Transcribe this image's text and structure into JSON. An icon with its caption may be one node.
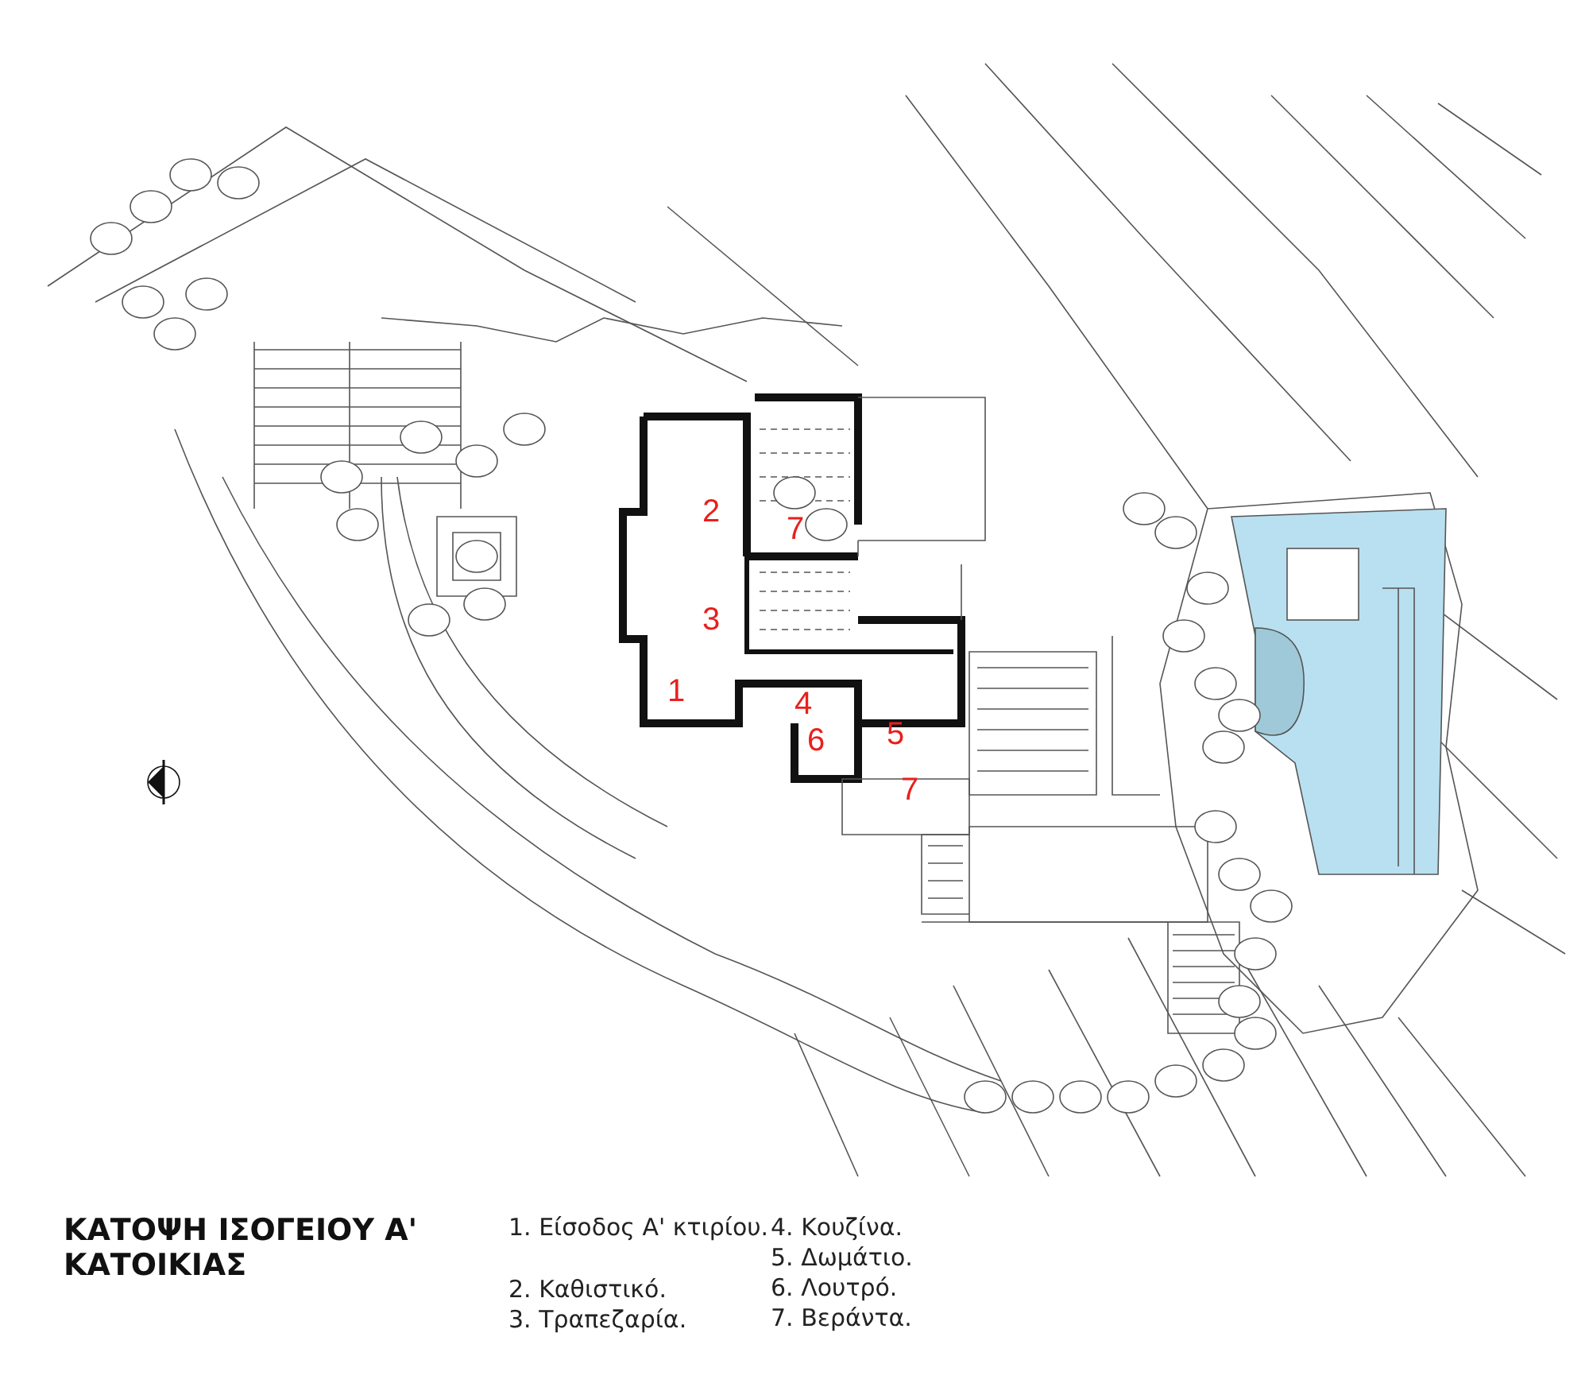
{
  "diagram": {
    "title": "ΚΑΤΟΨΗ ΙΣΟΓΕΙΟΥ Α' ΚΑΤΟΙΚΙΑΣ",
    "labels": [
      "2",
      "7",
      "3",
      "1",
      "4",
      "6",
      "5",
      "7",
      "1. Είσοδος Α' κτιρίου.",
      "2. Καθιστικό.",
      "3. Τραπεζαρία.",
      "4. Κουζίνα.",
      "5. Δωμάτιο.",
      "6. Λουτρό.",
      "7. Βεράντα."
    ]
  }
}
